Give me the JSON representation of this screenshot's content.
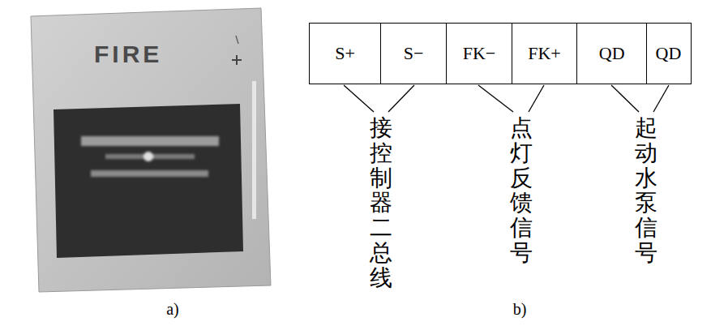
{
  "diagram": {
    "nodes": [
      {
        "text": [
          "S+"
        ]
      },
      {
        "text": [
          "S−"
        ]
      },
      {
        "text": [
          "FK−"
        ]
      },
      {
        "text": [
          "FK+"
        ]
      },
      {
        "text": [
          "QD"
        ]
      },
      {
        "text": [
          "QD"
        ]
      }
    ],
    "labels": [
      "FIRE",
      "接控制器二总线",
      "点灯反馈信号",
      "起动水泵信号",
      "a)",
      "b)"
    ]
  }
}
